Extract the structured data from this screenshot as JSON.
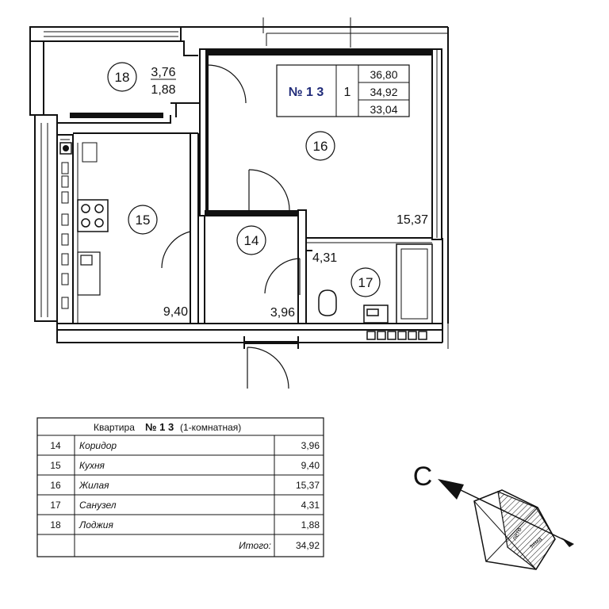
{
  "apartment_badge": {
    "number": "№ 1 3",
    "rooms": "1",
    "area_total": "36,80",
    "area_reduced": "34,92",
    "area_living_kitchen": "33,04"
  },
  "rooms": [
    {
      "id": "18",
      "area": "1,88",
      "extra": "3,76"
    },
    {
      "id": "16",
      "area": "15,37"
    },
    {
      "id": "15",
      "area": "9,40"
    },
    {
      "id": "14",
      "area": "3,96"
    },
    {
      "id": "17",
      "area": "4,31"
    }
  ],
  "table": {
    "title_prefix": "Квартира",
    "title_number": "№ 1 3",
    "title_suffix": "(1-комнатная)",
    "rows": [
      {
        "no": "14",
        "name": "Коридор",
        "area": "3,96"
      },
      {
        "no": "15",
        "name": "Кухня",
        "area": "9,40"
      },
      {
        "no": "16",
        "name": "Жилая",
        "area": "15,37"
      },
      {
        "no": "17",
        "name": "Санузел",
        "area": "4,31"
      },
      {
        "no": "18",
        "name": "Лоджия",
        "area": "1,88"
      }
    ],
    "total_label": "Итого:",
    "total_value": "34,92"
  },
  "compass": {
    "north_letter": "С",
    "summer_label": "лето",
    "winter_label": "зима"
  },
  "colors": {
    "line": "#111111",
    "badge_text": "#1f2a78"
  }
}
